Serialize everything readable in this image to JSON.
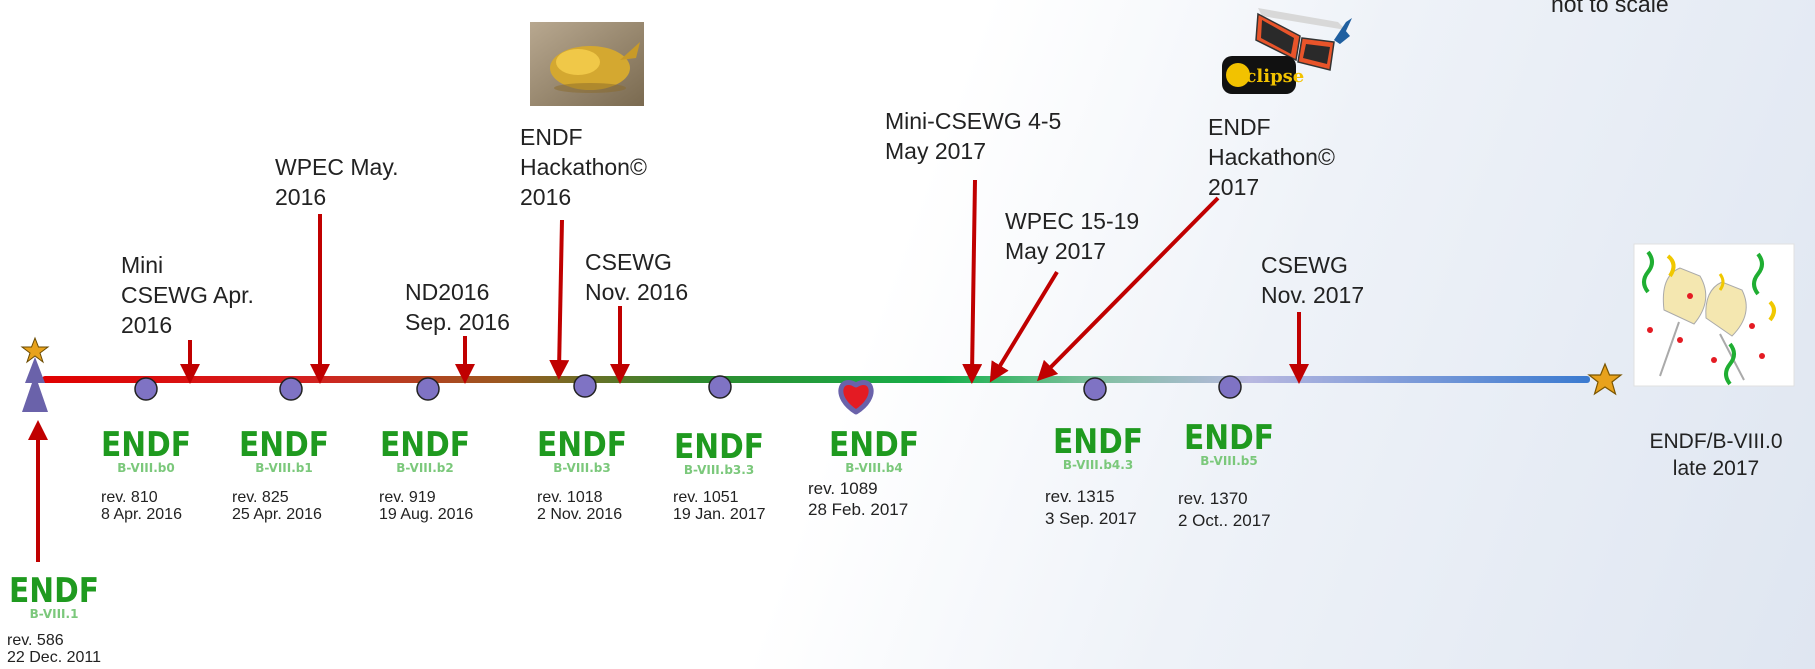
{
  "scale_note": "not to scale",
  "start_release": {
    "label": "B-VIII.1",
    "rev": "rev. 586",
    "date": "22 Dec. 2011"
  },
  "releases": [
    {
      "label": "B-VIII.b0",
      "rev": "rev. 810",
      "date": "8 Apr. 2016"
    },
    {
      "label": "B-VIII.b1",
      "rev": "rev. 825",
      "date": "25 Apr. 2016"
    },
    {
      "label": "B-VIII.b2",
      "rev": "rev. 919",
      "date": "19 Aug. 2016"
    },
    {
      "label": "B-VIII.b3",
      "rev": "rev. 1018",
      "date": "2 Nov. 2016"
    },
    {
      "label": "B-VIII.b3.3",
      "rev": "rev. 1051",
      "date": "19 Jan. 2017"
    },
    {
      "label": "B-VIII.b4",
      "rev": "rev. 1089",
      "date": "28 Feb. 2017"
    },
    {
      "label": "B-VIII.b4.3",
      "rev": "rev. 1315",
      "date": "3 Sep. 2017"
    },
    {
      "label": "B-VIII.b5",
      "rev": "rev. 1370",
      "date": "2 Oct.. 2017"
    }
  ],
  "events": [
    {
      "lines": [
        "Mini",
        "CSEWG Apr.",
        "2016"
      ]
    },
    {
      "lines": [
        "WPEC May.",
        "2016"
      ]
    },
    {
      "lines": [
        "ND2016",
        "Sep. 2016"
      ]
    },
    {
      "lines": [
        "ENDF",
        "Hackathon©",
        "2016"
      ]
    },
    {
      "lines": [
        "CSEWG",
        "Nov. 2016"
      ]
    },
    {
      "lines": [
        "Mini-CSEWG 4-5",
        "May 2017"
      ]
    },
    {
      "lines": [
        "WPEC 15-19",
        "May 2017"
      ]
    },
    {
      "lines": [
        "ENDF",
        "Hackathon©",
        "2017"
      ]
    },
    {
      "lines": [
        "CSEWG",
        "Nov. 2017"
      ]
    }
  ],
  "final_release": {
    "lines": [
      "ENDF/B-VIII.0",
      "late 2017"
    ]
  },
  "logo_word": "ENDF",
  "eclipse_text": "Eclipse",
  "colors": {
    "arrow": "#c00000",
    "marker": "#7f73c4",
    "logo_green": "#1f9a1f",
    "heart": "#e41b23",
    "star": "#e8a21c"
  }
}
